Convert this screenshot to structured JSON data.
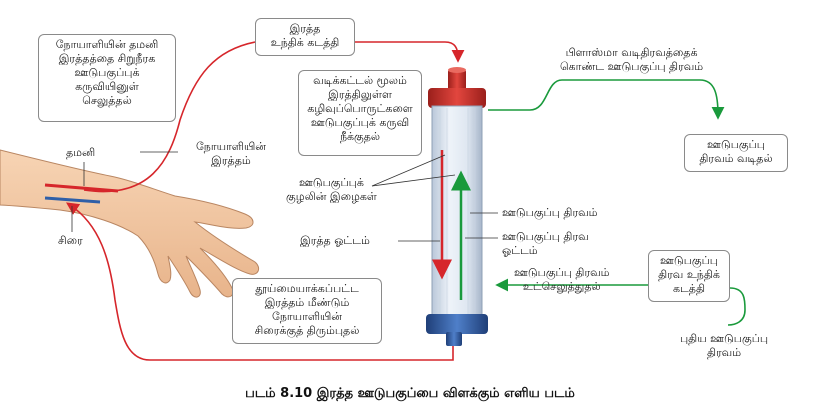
{
  "boxes": {
    "artery_to_device": "நோயாளியின் தமனி\nஇரத்தத்தை சிறுநீரக\nஊடுபகுப்புக்\nகருவியினுள்\nசெலுத்தல்",
    "blood_pump": "இரத்த\nஉந்திக் கடத்தி",
    "filter_waste": "வடிக்கட்டல் மூலம்\nஇரத்திலுள்ள\nகழிவுப்பொருட்களை\nஊடுபகுப்புக் கருவி\nநீக்குதல்",
    "fluid_filter": "ஊடுபகுப்பு\nதிரவம் வடிதல்",
    "dialysate_pump": "ஊடுபகுப்பு\nதிரவ உந்திக்\nகடத்தி",
    "return_blood": "தூய்மையாக்கப்பட்ட\nஇரத்தம் மீண்டும்\nநோயாளியின்\nசிரைக்குத் திரும்புதல்"
  },
  "labels": {
    "artery": "தமனி",
    "vein": "சிரை",
    "patient_blood": "நோயாளியின்\nஇரத்தம்",
    "plasma_fluid": "பிளாஸ்மா வடிதிரவத்தைக்\nகொண்ட ஊடுபகுப்பு திரவம்",
    "tube_fibers": "ஊடுபகுப்புக்\nகுழலின் இழைகள்",
    "blood_flow": "இரத்த ஓட்டம்",
    "dialysate": "ஊடுபகுப்பு திரவம்",
    "dialysate_flow": "ஊடுபகுப்பு திரவ\nஓட்டம்",
    "dialysate_inject": "ஊடுபகுப்பு திரவம்\nஉட்செலுத்துதல்",
    "new_fluid": "புதிய ஊடுபகுப்பு\nதிரவம்"
  },
  "caption": "படம் 8.10 இரத்த ஊடுபகுப்பை விளக்கும் எளிய படம்",
  "colors": {
    "blood_line": "#d6262b",
    "fluid_line": "#1a9a3c",
    "cap_red": "#c8302a",
    "cap_blue": "#2f5fa8",
    "skin": "#f3c9a4"
  }
}
